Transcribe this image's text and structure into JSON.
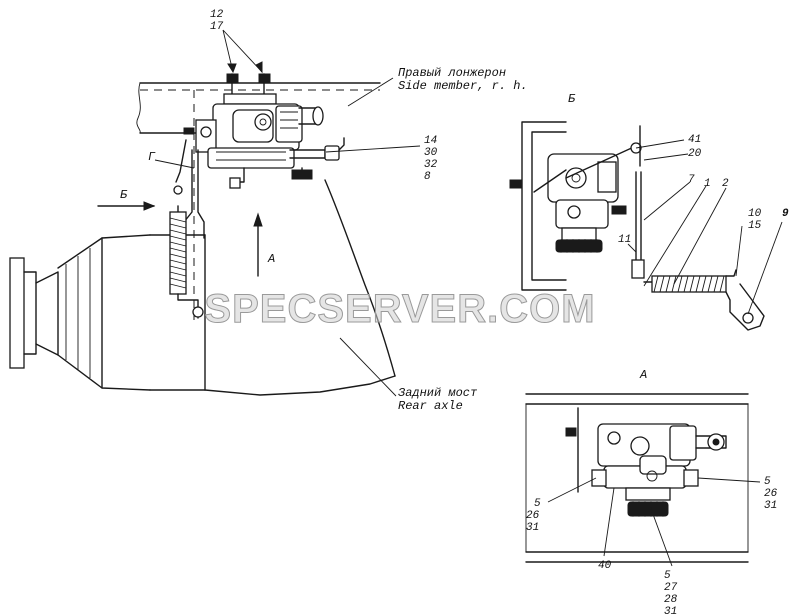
{
  "captions": {
    "side_member_ru": "Правый лонжерон",
    "side_member_en": "Side member, r. h.",
    "rear_axle_ru": "Задний мост",
    "rear_axle_en": "Rear axle"
  },
  "view_letters": {
    "view_b_arrow": "Б",
    "view_b_title": "Б",
    "view_g": "Г",
    "view_a_arrow": "А",
    "view_a_title": "А"
  },
  "callouts": {
    "c12": "12",
    "c17": "17",
    "c14": "14",
    "c30": "30",
    "c32": "32",
    "c8": "8",
    "c41": "41",
    "c20": "20",
    "c7": "7",
    "c1": "1",
    "c2": "2",
    "c10": "10",
    "c15": "15",
    "c9": "9",
    "c11": "11",
    "l5": "5",
    "l26": "26",
    "l31": "31",
    "r5": "5",
    "r26": "26",
    "r31": "31",
    "c40": "40",
    "b5": "5",
    "b27": "27",
    "b28": "28",
    "b31": "31"
  },
  "watermark": "SPECSERVER.COM"
}
